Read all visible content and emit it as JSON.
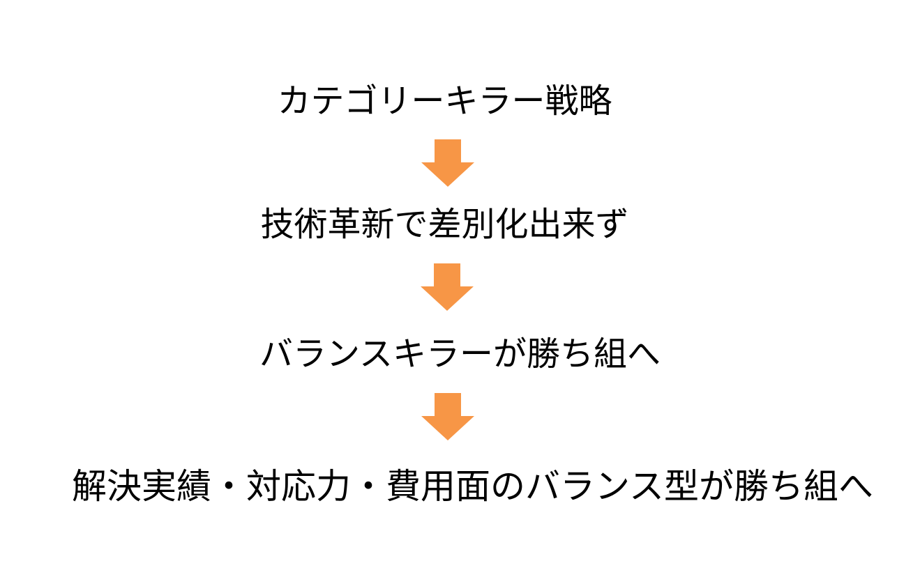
{
  "steps": [
    "カテゴリーキラー戦略",
    "技術革新で差別化出来ず",
    "バランスキラーが勝ち組へ",
    "解決実績・対応力・費用面のバランス型が勝ち組へ"
  ],
  "colors": {
    "arrow": "#F79646",
    "text": "#000000",
    "background": "#FFFFFF"
  },
  "icons": {
    "arrow": "down-arrow-icon"
  }
}
